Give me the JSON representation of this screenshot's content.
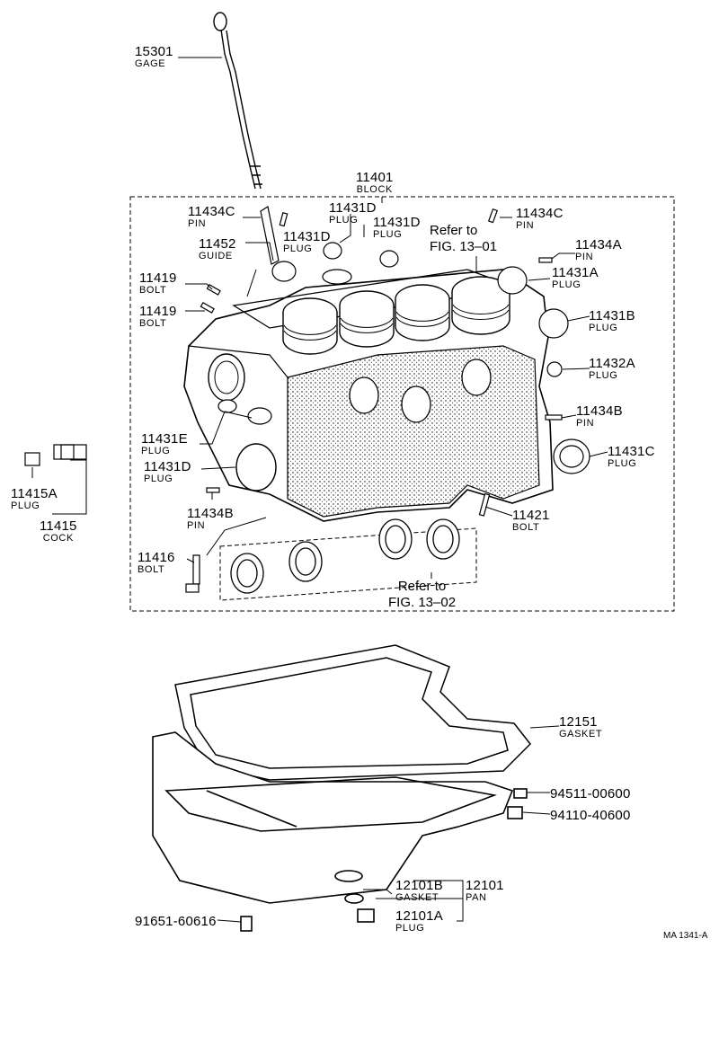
{
  "diagram": {
    "labels": [
      {
        "id": "gage",
        "num": "15301",
        "name": "GAGE"
      },
      {
        "id": "block",
        "num": "11401",
        "name": "BLOCK"
      },
      {
        "id": "pin-11434c-l",
        "num": "11434C",
        "name": "PIN"
      },
      {
        "id": "plug-11431d-a",
        "num": "11431D",
        "name": "PLUG"
      },
      {
        "id": "plug-11431d-b",
        "num": "11431D",
        "name": "PLUG"
      },
      {
        "id": "plug-11431d-c",
        "num": "11431D",
        "name": "PLUG"
      },
      {
        "id": "pin-11434c-r",
        "num": "11434C",
        "name": "PIN"
      },
      {
        "id": "guide",
        "num": "11452",
        "name": "GUIDE"
      },
      {
        "id": "pin-11434a",
        "num": "11434A",
        "name": "PIN"
      },
      {
        "id": "plug-11431a",
        "num": "11431A",
        "name": "PLUG"
      },
      {
        "id": "bolt-11419-a",
        "num": "11419",
        "name": "BOLT"
      },
      {
        "id": "bolt-11419-b",
        "num": "11419",
        "name": "BOLT"
      },
      {
        "id": "plug-11431b",
        "num": "11431B",
        "name": "PLUG"
      },
      {
        "id": "plug-11432a",
        "num": "11432A",
        "name": "PLUG"
      },
      {
        "id": "pin-11434b-r",
        "num": "11434B",
        "name": "PIN"
      },
      {
        "id": "plug-11431e",
        "num": "11431E",
        "name": "PLUG"
      },
      {
        "id": "plug-11431c",
        "num": "11431C",
        "name": "PLUG"
      },
      {
        "id": "plug-11431d-d",
        "num": "11431D",
        "name": "PLUG"
      },
      {
        "id": "plug-11415a",
        "num": "11415A",
        "name": "PLUG"
      },
      {
        "id": "cock",
        "num": "11415",
        "name": "COCK"
      },
      {
        "id": "pin-11434b-l",
        "num": "11434B",
        "name": "PIN"
      },
      {
        "id": "bolt-11421",
        "num": "11421",
        "name": "BOLT"
      },
      {
        "id": "bolt-11416",
        "num": "11416",
        "name": "BOLT"
      },
      {
        "id": "gasket-12151",
        "num": "12151",
        "name": "GASKET"
      },
      {
        "id": "gasket-12101b",
        "num": "12101B",
        "name": "GASKET"
      },
      {
        "id": "pan",
        "num": "12101",
        "name": "PAN"
      },
      {
        "id": "plug-12101a",
        "num": "12101A",
        "name": "PLUG"
      }
    ],
    "parts": [
      {
        "id": "nut-94511",
        "num": "94511-00600"
      },
      {
        "id": "nut-94110",
        "num": "94110-40600"
      },
      {
        "id": "bolt-91651",
        "num": "91651-60616"
      }
    ],
    "refs": [
      {
        "id": "ref-1301",
        "line1": "Refer to",
        "line2": "FIG. 13–01"
      },
      {
        "id": "ref-1302",
        "line1": "Refer to",
        "line2": "FIG. 13–02"
      }
    ],
    "figure_code": "MA 1341-A"
  }
}
